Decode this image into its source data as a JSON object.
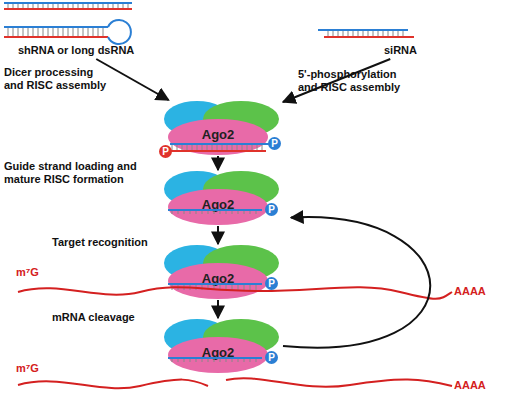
{
  "diagram": {
    "nodes": [
      {
        "text": [
          "shRNA or long dsRNA"
        ]
      },
      {
        "text": [
          "siRNA"
        ]
      },
      {
        "text": [
          "Ago2"
        ]
      },
      {
        "text": [
          "Ago2"
        ]
      },
      {
        "text": [
          "Ago2"
        ]
      },
      {
        "text": [
          "Ago2"
        ]
      }
    ],
    "edges": [
      {
        "from": 0,
        "to": 2,
        "arrow": "to",
        "label": "Dicer processing and RISC assembly"
      },
      {
        "from": 1,
        "to": 2,
        "arrow": "to",
        "label": "5'-phosphorylation and RISC assembly"
      },
      {
        "from": 2,
        "to": 3,
        "arrow": "to",
        "label": "Guide strand loading and mature RISC formation"
      },
      {
        "from": 3,
        "to": 4,
        "arrow": "to",
        "label": "Target recognition"
      },
      {
        "from": 4,
        "to": 5,
        "arrow": "to",
        "label": "mRNA cleavage"
      },
      {
        "from": 5,
        "to": 3,
        "arrow": "to"
      }
    ],
    "labels": [
      "P",
      "P",
      "P",
      "P",
      "P",
      "m⁷G",
      "AAAA",
      "m⁷G",
      "AAAA"
    ]
  }
}
